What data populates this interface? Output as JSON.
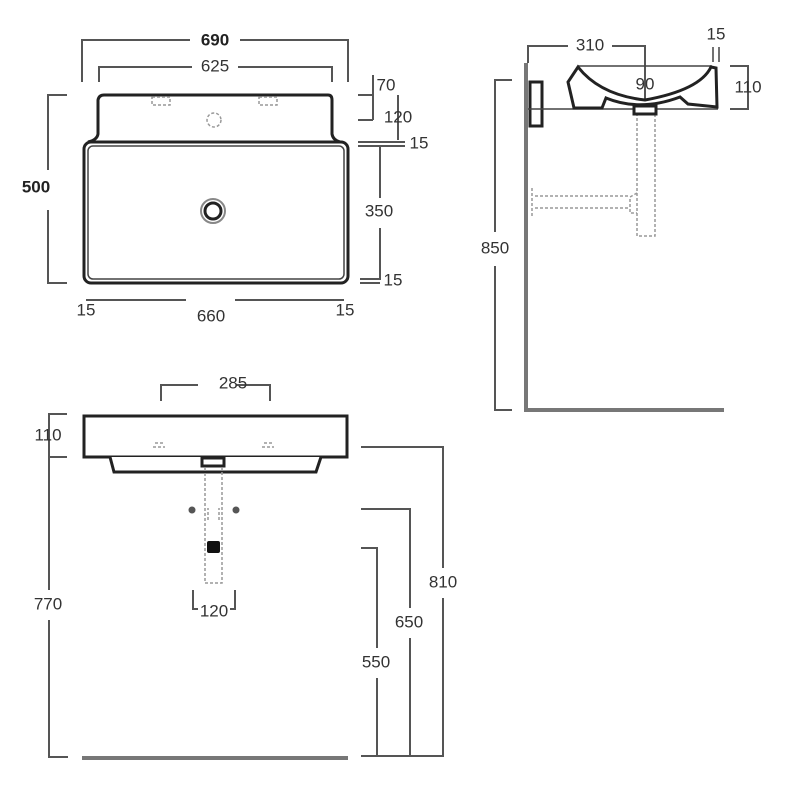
{
  "top_view": {
    "overall_width": "690",
    "tap_hole_spacing": "625",
    "overall_depth": "500",
    "deck_70": "70",
    "deck_120": "120",
    "rim_top": "15",
    "bowl_depth": "350",
    "rim_bottom": "15",
    "rim_left": "15",
    "bowl_width": "660",
    "rim_right": "15"
  },
  "side_view": {
    "projection": "310",
    "rim_thickness": "15",
    "drain_offset": "90",
    "basin_height": "110",
    "mounting_height": "850"
  },
  "front_view": {
    "tap_spacing": "285",
    "basin_height": "110",
    "total_height": "770",
    "height_810": "810",
    "height_650": "650",
    "height_550": "550",
    "bolt_spacing": "120"
  }
}
